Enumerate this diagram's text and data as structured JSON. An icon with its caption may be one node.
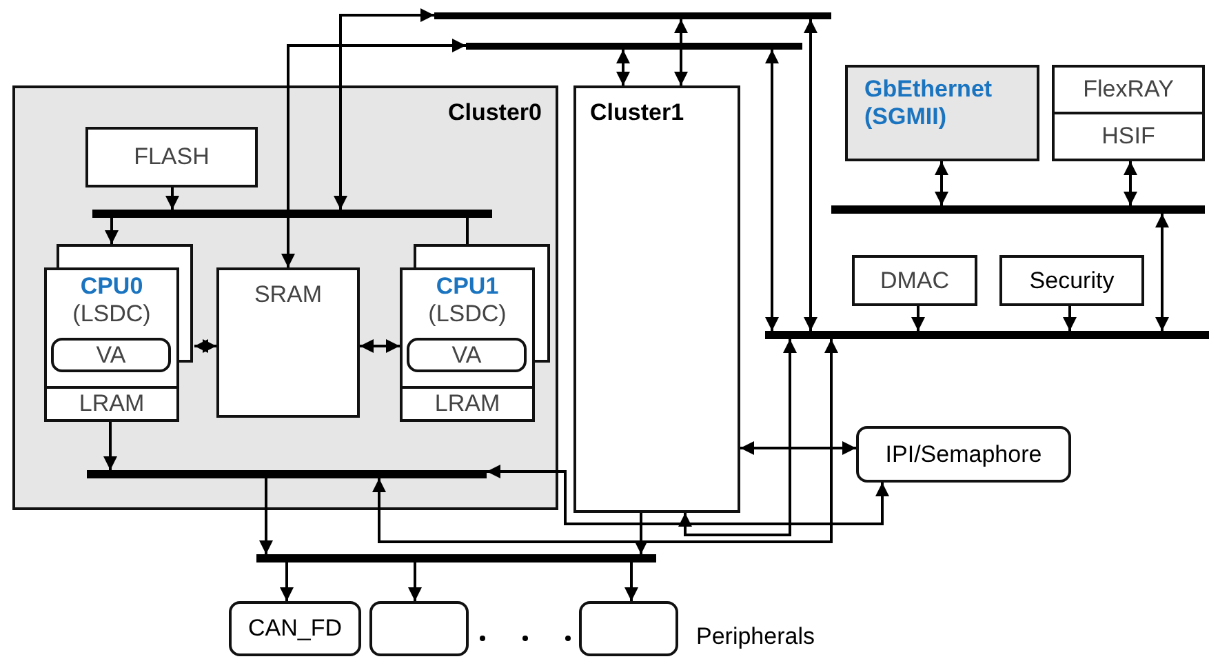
{
  "diagram": {
    "nodes": [
      {
        "text": [],
        "shape": "bar"
      },
      {
        "text": [],
        "shape": "bar"
      },
      {
        "text": [
          "Cluster0"
        ]
      },
      {
        "text": [
          "FLASH"
        ],
        "in": 2
      },
      {
        "text": [],
        "shape": "bar",
        "in": 2
      },
      {
        "text": [
          "CPU0",
          "(LSDC)"
        ],
        "in": 2
      },
      {
        "text": [
          "VA"
        ],
        "in": 5
      },
      {
        "text": [
          "LRAM"
        ],
        "in": 5
      },
      {
        "text": [
          "SRAM"
        ],
        "in": 2
      },
      {
        "text": [
          "CPU1",
          "(LSDC)"
        ],
        "in": 2
      },
      {
        "text": [
          "VA"
        ],
        "in": 9
      },
      {
        "text": [
          "LRAM"
        ],
        "in": 9
      },
      {
        "text": [],
        "shape": "bar",
        "in": 2
      },
      {
        "text": [
          "Cluster1"
        ]
      },
      {
        "text": [
          "GbEthernet (SGMII)"
        ]
      },
      {
        "text": [
          "FlexRAY"
        ]
      },
      {
        "text": [
          "HSIF"
        ]
      },
      {
        "text": [],
        "shape": "bar"
      },
      {
        "text": [
          "DMAC"
        ]
      },
      {
        "text": [
          "Security"
        ]
      },
      {
        "text": [],
        "shape": "bar"
      },
      {
        "text": [
          "IPI/Semaphore"
        ]
      },
      {
        "text": [],
        "shape": "bar"
      },
      {
        "text": [
          "CAN_FD"
        ]
      },
      {
        "text": [],
        "shape": "box"
      },
      {
        "text": [],
        "shape": "box"
      }
    ],
    "edges": [
      {
        "from": 4,
        "to": 0,
        "arrow": "both"
      },
      {
        "from": 8,
        "to": 1,
        "arrow": "both"
      },
      {
        "from": 3,
        "to": 4,
        "arrow": "to"
      },
      {
        "from": 4,
        "to": 5,
        "arrow": "to"
      },
      {
        "from": 4,
        "to": 9,
        "arrow": "none"
      },
      {
        "from": 5,
        "to": 8,
        "arrow": "both"
      },
      {
        "from": 8,
        "to": 9,
        "arrow": "both"
      },
      {
        "from": 5,
        "to": 12,
        "arrow": "to"
      },
      {
        "from": 12,
        "to": 22,
        "arrow": "to"
      },
      {
        "from": 13,
        "to": 1,
        "arrow": "both"
      },
      {
        "from": 13,
        "to": 0,
        "arrow": "both"
      },
      {
        "from": 1,
        "to": 20,
        "arrow": "both"
      },
      {
        "from": 0,
        "to": 20,
        "arrow": "both"
      },
      {
        "from": 14,
        "to": 17,
        "arrow": "both"
      },
      {
        "from": 16,
        "to": 17,
        "arrow": "both"
      },
      {
        "from": 17,
        "to": 20,
        "arrow": "both"
      },
      {
        "from": 18,
        "to": 20,
        "arrow": "to"
      },
      {
        "from": 19,
        "to": 20,
        "arrow": "to"
      },
      {
        "from": 13,
        "to": 21,
        "arrow": "both"
      },
      {
        "from": 12,
        "to": 21,
        "arrow": "both"
      },
      {
        "from": 13,
        "to": 22,
        "arrow": "to"
      },
      {
        "from": 20,
        "to": 13,
        "arrow": "both"
      },
      {
        "from": 20,
        "to": 12,
        "arrow": "both"
      },
      {
        "from": 22,
        "to": 23,
        "arrow": "to"
      },
      {
        "from": 22,
        "to": 24,
        "arrow": "to"
      },
      {
        "from": 22,
        "to": 25,
        "arrow": "to"
      }
    ],
    "labels": [
      "Peripherals"
    ]
  }
}
